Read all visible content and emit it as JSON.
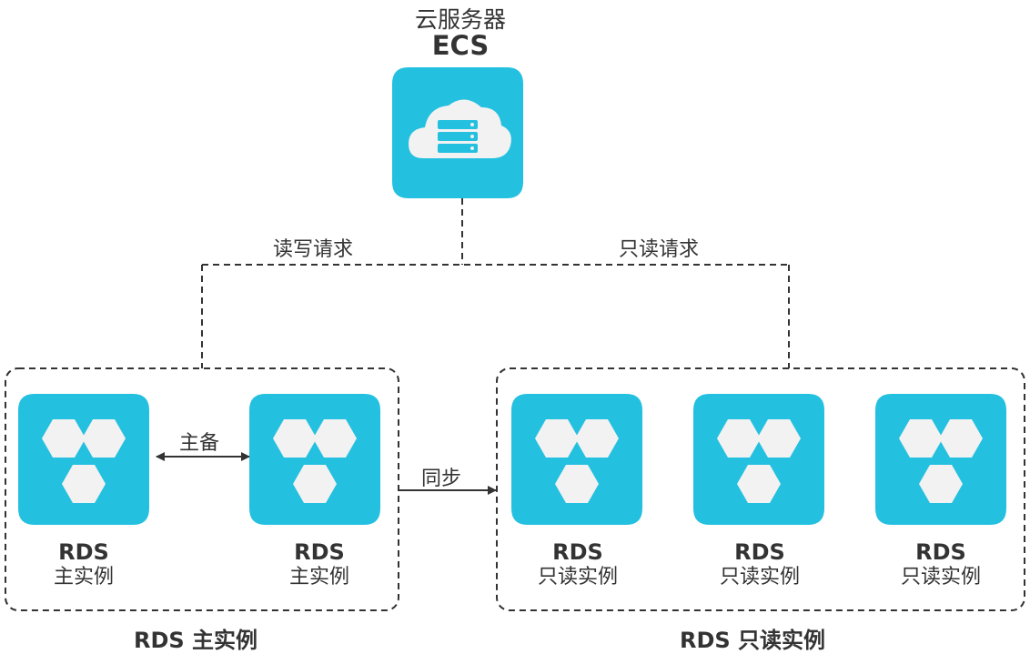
{
  "colors": {
    "accent": "#24c0e0",
    "icon_fill": "#f2f2f2",
    "line": "#333333"
  },
  "ecs": {
    "title": "云服务器",
    "subtitle": "ECS",
    "icon": "cloud-server-icon"
  },
  "edges": {
    "read_write": "读写请求",
    "read_only": "只读请求",
    "primary_standby": "主备",
    "sync": "同步"
  },
  "nodes": [
    {
      "name": "RDS",
      "role": "主实例",
      "icon": "rds-icon"
    },
    {
      "name": "RDS",
      "role": "主实例",
      "icon": "rds-icon"
    },
    {
      "name": "RDS",
      "role": "只读实例",
      "icon": "rds-icon"
    },
    {
      "name": "RDS",
      "role": "只读实例",
      "icon": "rds-icon"
    },
    {
      "name": "RDS",
      "role": "只读实例",
      "icon": "rds-icon"
    }
  ],
  "groups": {
    "primary": "RDS 主实例",
    "readonly": "RDS 只读实例"
  }
}
